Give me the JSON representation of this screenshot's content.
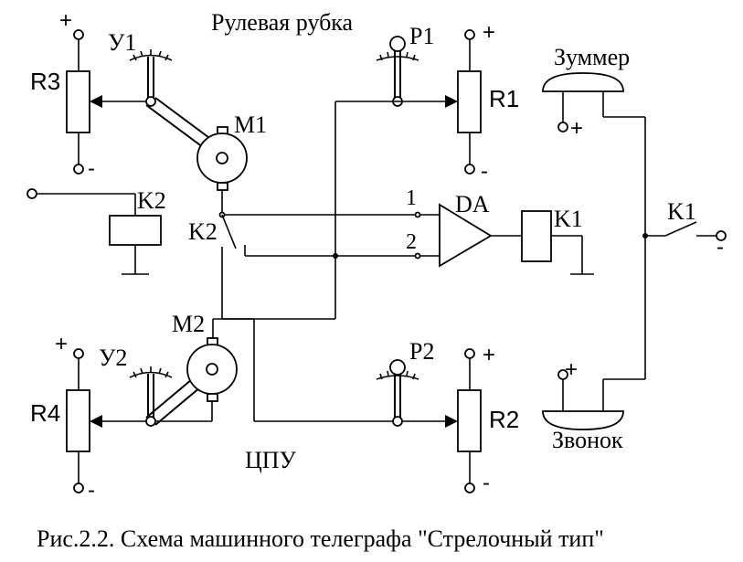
{
  "labels": {
    "wheelhouse": "Рулевая рубка",
    "control_post": "ЦПУ",
    "buzzer": "Зуммер",
    "bell": "Звонок",
    "amplifier": "DA",
    "input_1": "1",
    "input_2": "2"
  },
  "components": {
    "r3": "R3",
    "r1": "R1",
    "r4": "R4",
    "r2": "R2",
    "m1": "M1",
    "m2": "M2",
    "u1": "У1",
    "u2": "У2",
    "p1": "P1",
    "p2": "P2",
    "k1_coil": "K1",
    "k1_contact": "K1",
    "k2_coil": "K2",
    "k2_contact": "K2"
  },
  "signs": {
    "plus": "+",
    "minus": "-"
  },
  "caption": "Рис.2.2. Схема машинного телеграфа \"Стрелочный тип\""
}
